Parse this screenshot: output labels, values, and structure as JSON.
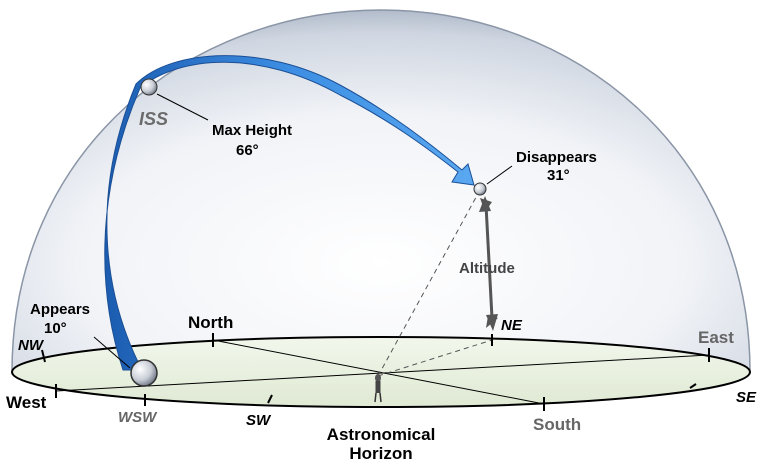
{
  "diagram": {
    "object_name": "ISS",
    "max_height": {
      "label": "Max Height",
      "value": "66°"
    },
    "appears": {
      "label": "Appears",
      "value": "10°"
    },
    "disappears": {
      "label": "Disappears",
      "value": "31°"
    },
    "altitude_label": "Altitude",
    "horizon_label_line1": "Astronomical",
    "horizon_label_line2": "Horizon",
    "directions": {
      "north": "North",
      "south": "South",
      "east": "East",
      "west": "West",
      "nw": "NW",
      "ne": "NE",
      "se": "SE",
      "sw": "SW",
      "wsw": "WSW"
    },
    "colors": {
      "arrow": "#2f7fd6",
      "arrow_dark": "#1b5cb0",
      "dome_edge": "#7f8fa3",
      "horizon_fill": "#e6efdc",
      "direction_gray": "#666666"
    }
  }
}
